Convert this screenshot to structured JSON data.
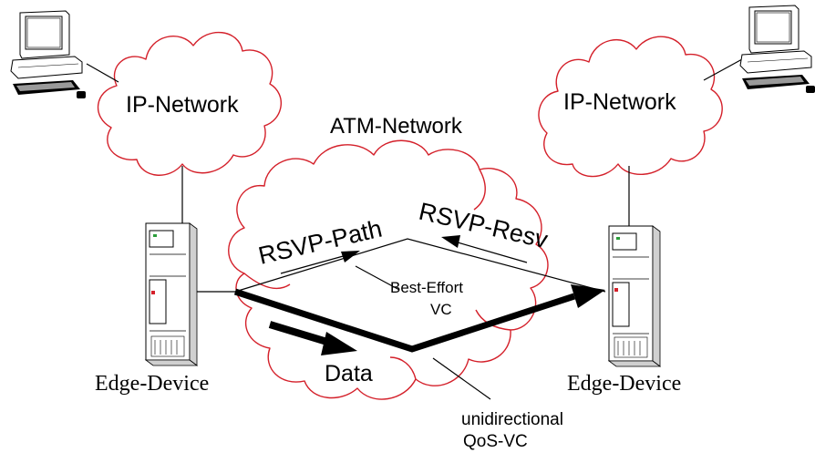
{
  "labels": {
    "ip_network_left": "IP-Network",
    "ip_network_right": "IP-Network",
    "atm_network": "ATM-Network",
    "rsvp_path": "RSVP-Path",
    "rsvp_resv": "RSVP-Resv",
    "best_effort_line1": "Best-Effort",
    "best_effort_line2": "VC",
    "data": "Data",
    "edge_device_left": "Edge-Device",
    "edge_device_right": "Edge-Device",
    "qos_line1": "unidirectional",
    "qos_line2": "QoS-VC"
  },
  "icons": {
    "computer_left": "computer-icon",
    "computer_right": "computer-icon",
    "edge_device_left": "server-rack-icon",
    "edge_device_right": "server-rack-icon"
  },
  "colors": {
    "cloud_outline": "#d4202a",
    "line": "#000000",
    "background": "#ffffff"
  }
}
